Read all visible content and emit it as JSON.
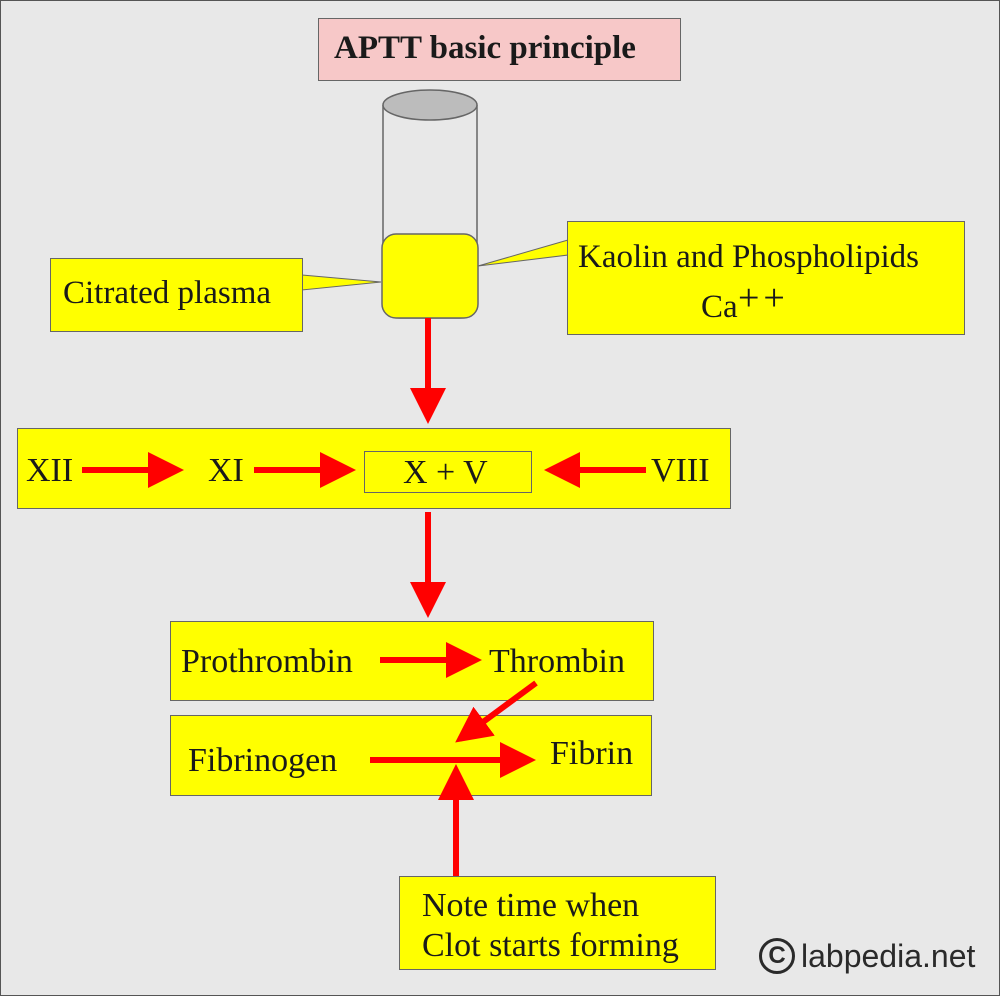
{
  "title": "APTT basic principle",
  "tube_label": "Citrated plasma",
  "reagents": {
    "line1": "Kaolin and Phospholipids",
    "line2": "Ca",
    "superscript": "++"
  },
  "factors": {
    "xii": "XII",
    "xi": "XI",
    "xv": "X + V",
    "viii": "VIII"
  },
  "prothrombin_row": {
    "from": "Prothrombin",
    "to": "Thrombin"
  },
  "fibrin_row": {
    "from": "Fibrinogen",
    "to": "Fibrin"
  },
  "note": {
    "line1": "Note time when",
    "line2": "Clot starts forming"
  },
  "credit": {
    "symbol": "C",
    "text": "labpedia.net"
  },
  "colors": {
    "box_fill": "#ffff00",
    "title_fill": "#f7c8c8",
    "arrow": "#ff0000",
    "background": "#e8e8e8"
  }
}
